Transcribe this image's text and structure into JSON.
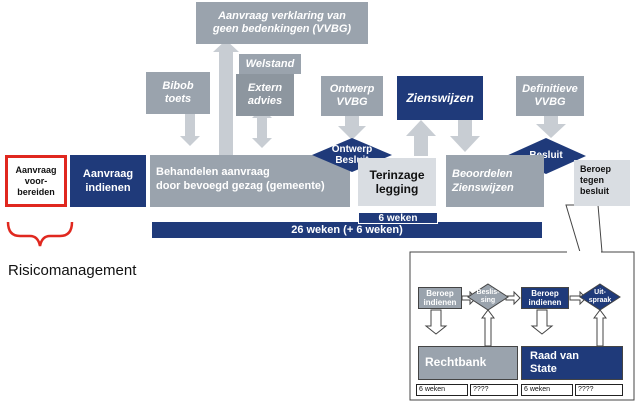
{
  "main": {
    "prepare": "Aanvraag\nvoor-\nbereiden",
    "submit": "Aanvraag\nindienen",
    "handle": "Behandelen aanvraag\ndoor bevoegd gezag (gemeente)",
    "vvgb_request": "Aanvraag verklaring van\ngeen bedenkingen (VVBG)",
    "bibob": "Bibob\ntoets",
    "welstand": "Welstand",
    "extern": "Extern\nadvies",
    "ontwerp_vvbg": "Ontwerp\nVVBG",
    "zienswijzen": "Zienswijzen",
    "definitieve_vvbg": "Definitieve\nVVBG",
    "ontwerp_besluit": "Ontwerp\nBesluit",
    "terinzage": "Terinzage\nlegging",
    "beoordelen": "Beoordelen\nZienswijzen",
    "besluit": "Besluit",
    "beroep": "Beroep\ntegen\nbesluit",
    "weeks_main": "26 weken (+ 6 weken)",
    "weeks_6": "6 weken",
    "risk": "Risicomanagement"
  },
  "inset": {
    "beroep1": "Beroep\nindienen",
    "beslissing": "Beslis-\nsing",
    "beroep2": "Beroep\nindienen",
    "uitspraak": "Uit-\nspraak",
    "rechtbank": "Rechtbank",
    "raad": "Raad van\nState",
    "w1a": "6 weken",
    "w1b": "????",
    "w2a": "6 weken",
    "w2b": "????"
  },
  "colors": {
    "navy": "#1f3a7a",
    "grey": "#9aa3ad",
    "red": "#e0281f"
  }
}
